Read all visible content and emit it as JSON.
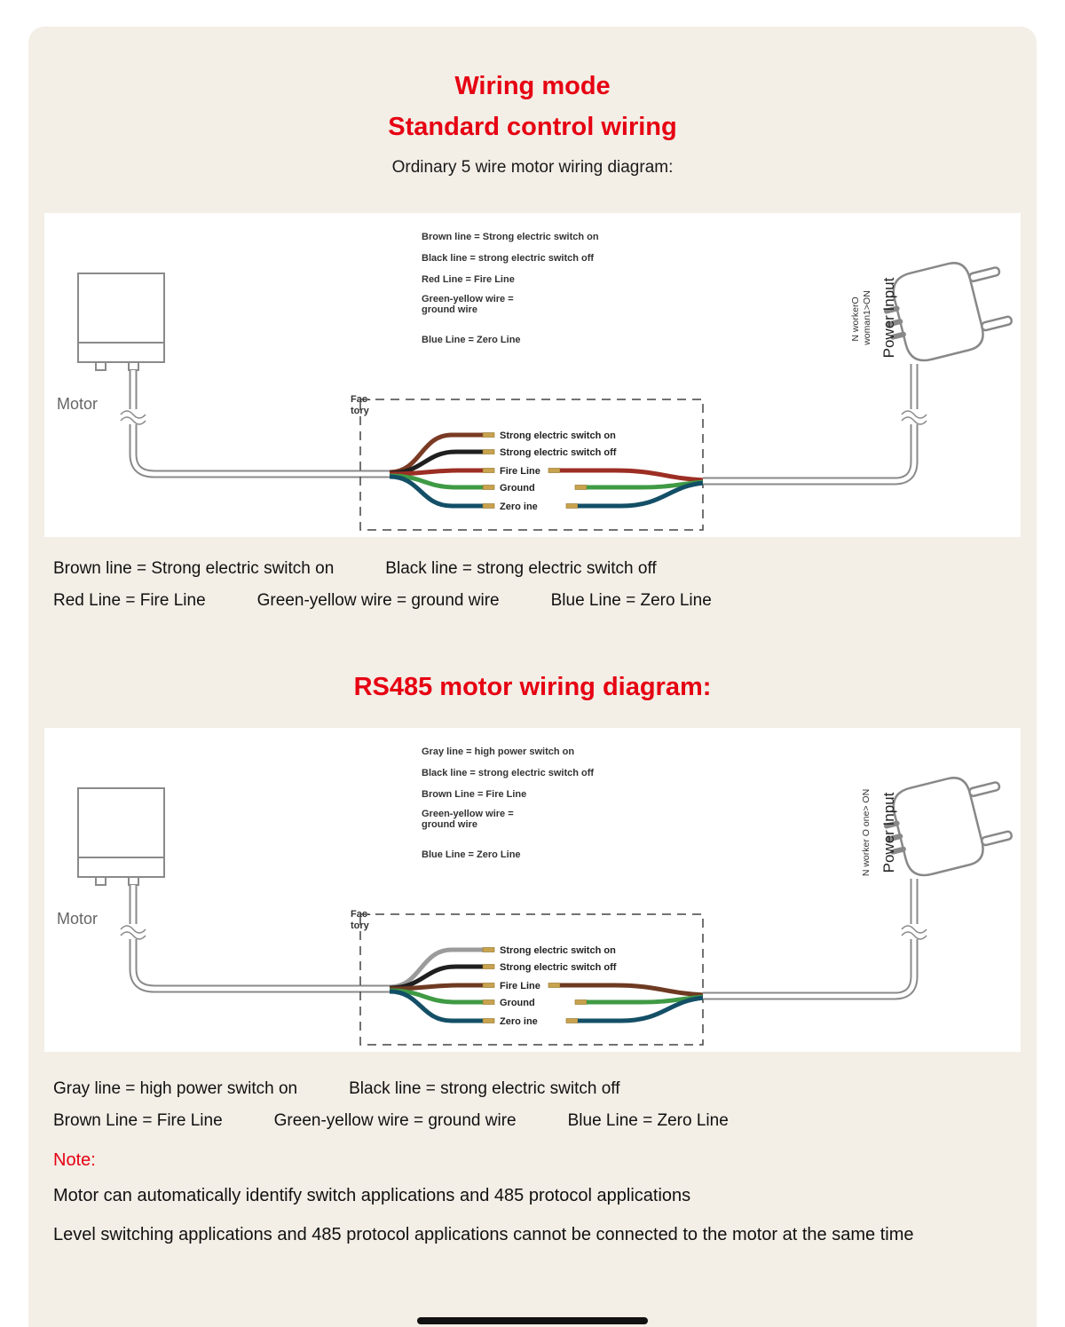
{
  "colors": {
    "accent_red": "#e60012",
    "page_background": "#f3eee6",
    "panel_background": "#ffffff"
  },
  "header": {
    "title_line1": "Wiring mode",
    "title_line2": "Standard control wiring",
    "subtitle": "Ordinary 5 wire motor wiring diagram:"
  },
  "rs485_title": "RS485 motor wiring diagram:",
  "diagram_standard": {
    "motor_label": "Motor",
    "factory_label_line1": "Fac-",
    "factory_label_line2": "tory",
    "legend_lines": [
      "Brown line = Strong electric switch on",
      "Black line = strong electric switch off",
      "Red Line = Fire Line",
      "Green-yellow wire =",
      "ground wire",
      "Blue Line = Zero Line"
    ],
    "wire_labels": [
      "Strong electric switch on",
      "Strong electric switch off",
      "Fire Line",
      "Ground",
      "Zero ine"
    ],
    "wire_colors": [
      "#7a3a23",
      "#1f1f1f",
      "#9c2e24",
      "#3f9a44",
      "#134f66"
    ],
    "plug_note_line1": "N workerO",
    "plug_note_line2": "woman1>ON",
    "power_input_label": "Power Input"
  },
  "legend_standard": {
    "row1": [
      "Brown line = Strong electric switch on",
      "Black line = strong electric switch off"
    ],
    "row2": [
      "Red Line = Fire Line",
      "Green-yellow wire = ground wire",
      "Blue Line = Zero Line"
    ]
  },
  "diagram_rs485": {
    "motor_label": "Motor",
    "factory_label_line1": "Fac-",
    "factory_label_line2": "tory",
    "legend_lines": [
      "Gray line = high power switch on",
      "Black line = strong electric switch off",
      "Brown Line = Fire Line",
      "Green-yellow wire =",
      "ground wire",
      "Blue Line = Zero Line"
    ],
    "wire_labels": [
      "Strong electric switch on",
      "Strong electric switch off",
      "Fire Line",
      "Ground",
      "Zero ine"
    ],
    "wire_colors": [
      "#9b9b9b",
      "#1f1f1f",
      "#6e3a22",
      "#3f9a44",
      "#134f66"
    ],
    "plug_note": "N worker O one> ON",
    "power_input_label": "Power Input"
  },
  "legend_rs485": {
    "row1": [
      "Gray line = high power switch on",
      "Black line = strong electric switch off"
    ],
    "row2": [
      "Brown Line = Fire Line",
      "Green-yellow wire = ground wire",
      "Blue Line = Zero Line"
    ]
  },
  "note": {
    "title": "Note:",
    "lines": [
      "Motor can automatically identify switch applications and 485 protocol applications",
      "Level switching applications and 485 protocol applications cannot be connected to the motor at the same time"
    ]
  }
}
